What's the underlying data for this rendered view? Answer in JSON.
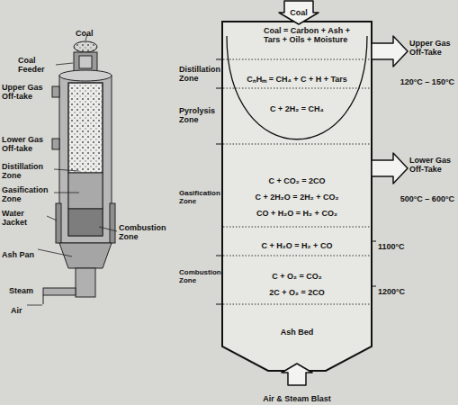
{
  "diagram": {
    "nodes": [
      {
        "text": [
          "Coal"
        ]
      },
      {
        "text": [
          "Coal = Carbon + Ash + Tars + Oils + Moisture"
        ]
      },
      {
        "text": [
          "Distillation Zone",
          "CₙHₘ = CH₄ + C + H + Tars"
        ]
      },
      {
        "text": [
          "Pyrolysis Zone",
          "C + 2H₂ = CH₄"
        ]
      },
      {
        "text": [
          "Gasification Zone",
          "C + CO₂ = 2CO",
          "C + 2H₂O = 2H₂ + CO₂",
          "CO + H₂O = H₂ + CO₂"
        ]
      },
      {
        "text": [
          "C + H₂O = H₂ + CO"
        ]
      },
      {
        "text": [
          "Combustion Zone",
          "C + O₂ = CO₂",
          "2C + O₂ = 2CO"
        ]
      },
      {
        "text": [
          "Ash Bed"
        ]
      },
      {
        "text": [
          "Upper Gas Off-Take",
          "120°C – 150°C"
        ]
      },
      {
        "text": [
          "Lower Gas Off-Take",
          "500°C – 600°C"
        ]
      },
      {
        "text": [
          "Air & Steam Blast"
        ]
      }
    ],
    "labels": [
      "Coal",
      "Coal Feeder",
      "Upper Gas Off-take",
      "Lower Gas Off-take",
      "Distillation Zone",
      "Gasification Zone",
      "Water Jacket",
      "Combustion Zone",
      "Ash Pan",
      "Steam",
      "Air",
      "1100°C",
      "1200°C"
    ]
  }
}
